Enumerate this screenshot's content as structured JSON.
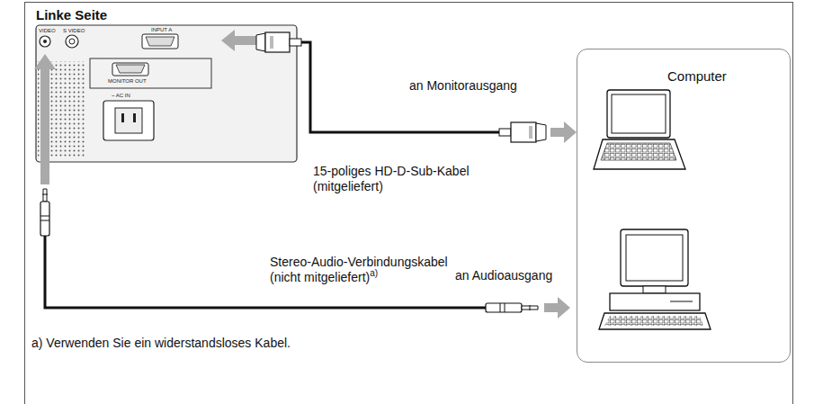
{
  "diagram": {
    "nodes": [
      {
        "text": [
          "Linke Seite"
        ]
      },
      {
        "text": [
          "Computer"
        ],
        "in": 0
      }
    ],
    "labels": [
      "VIDEO",
      "S VIDEO",
      "INPUT A",
      "MONITOR OUT",
      "~ AC IN",
      "an Monitorausgang",
      "15-poliges HD-D-Sub-Kabel (mitgeliefert)",
      "Stereo-Audio-Verbindungskabel (nicht mitgeliefert)",
      "a)",
      "an Audioausgang",
      "a) Verwenden Sie ein widerstandsloses Kabel."
    ]
  }
}
